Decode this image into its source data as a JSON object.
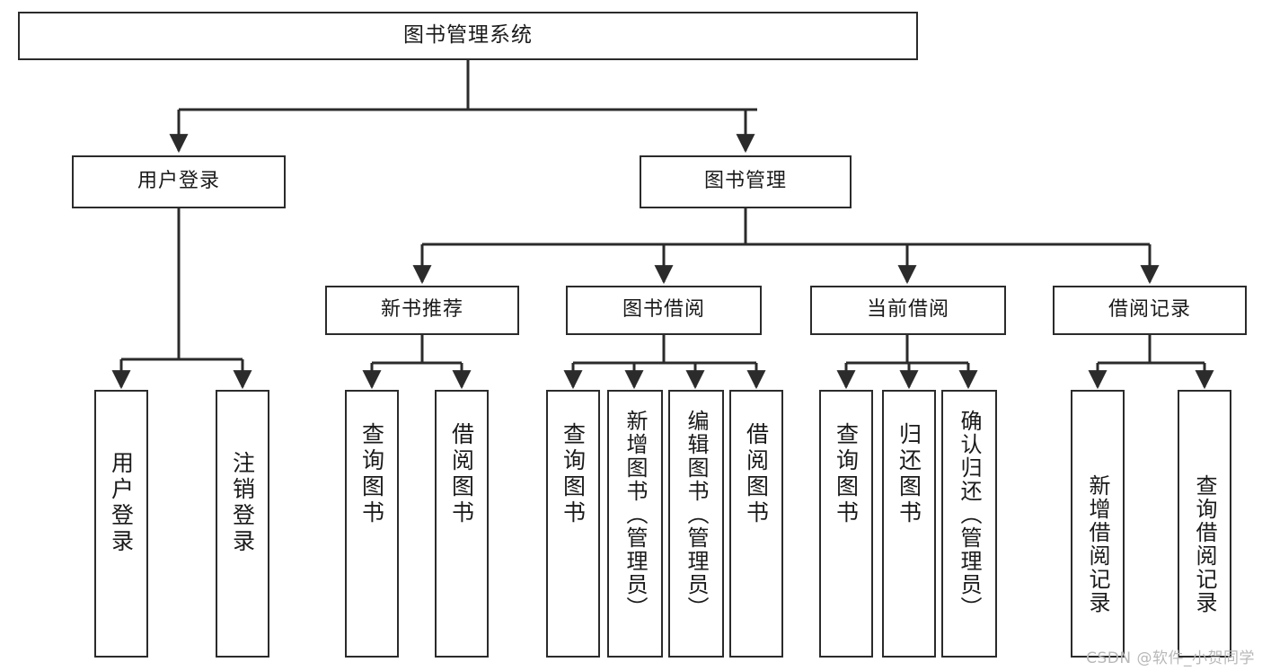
{
  "diagram": {
    "title": "图书管理系统",
    "watermark": "CSDN @软件_小贺同学",
    "stroke_color": "#2b2b2b",
    "background_color": "#ffffff",
    "nodes": {
      "root": {
        "label": "图书管理系统"
      },
      "level2": [
        {
          "id": "user-login",
          "label": "用户登录"
        },
        {
          "id": "book-manage",
          "label": "图书管理"
        }
      ],
      "level3": [
        {
          "id": "new-book-recommend",
          "label": "新书推荐"
        },
        {
          "id": "book-borrow",
          "label": "图书借阅"
        },
        {
          "id": "current-borrow",
          "label": "当前借阅"
        },
        {
          "id": "borrow-record",
          "label": "借阅记录"
        }
      ],
      "leaves": [
        {
          "id": "leaf-user-login",
          "label": "用户登录",
          "parent": "user-login"
        },
        {
          "id": "leaf-user-logout",
          "label": "注销登录",
          "parent": "user-login"
        },
        {
          "id": "leaf-query-book-1",
          "label": "查询图书",
          "parent": "new-book-recommend"
        },
        {
          "id": "leaf-borrow-book-1",
          "label": "借阅图书",
          "parent": "new-book-recommend"
        },
        {
          "id": "leaf-query-book-2",
          "label": "查询图书",
          "parent": "book-borrow"
        },
        {
          "id": "leaf-add-book",
          "label": "新增图书（管理员）",
          "parent": "book-borrow"
        },
        {
          "id": "leaf-edit-book",
          "label": "编辑图书（管理员）",
          "parent": "book-borrow"
        },
        {
          "id": "leaf-borrow-book-2",
          "label": "借阅图书",
          "parent": "book-borrow"
        },
        {
          "id": "leaf-query-book-3",
          "label": "查询图书",
          "parent": "current-borrow"
        },
        {
          "id": "leaf-return-book",
          "label": "归还图书",
          "parent": "current-borrow"
        },
        {
          "id": "leaf-confirm-return",
          "label": "确认归还（管理员）",
          "parent": "current-borrow"
        },
        {
          "id": "leaf-add-record",
          "label": "新增借阅记录",
          "parent": "borrow-record"
        },
        {
          "id": "leaf-query-record",
          "label": "查询借阅记录",
          "parent": "borrow-record"
        }
      ]
    }
  }
}
